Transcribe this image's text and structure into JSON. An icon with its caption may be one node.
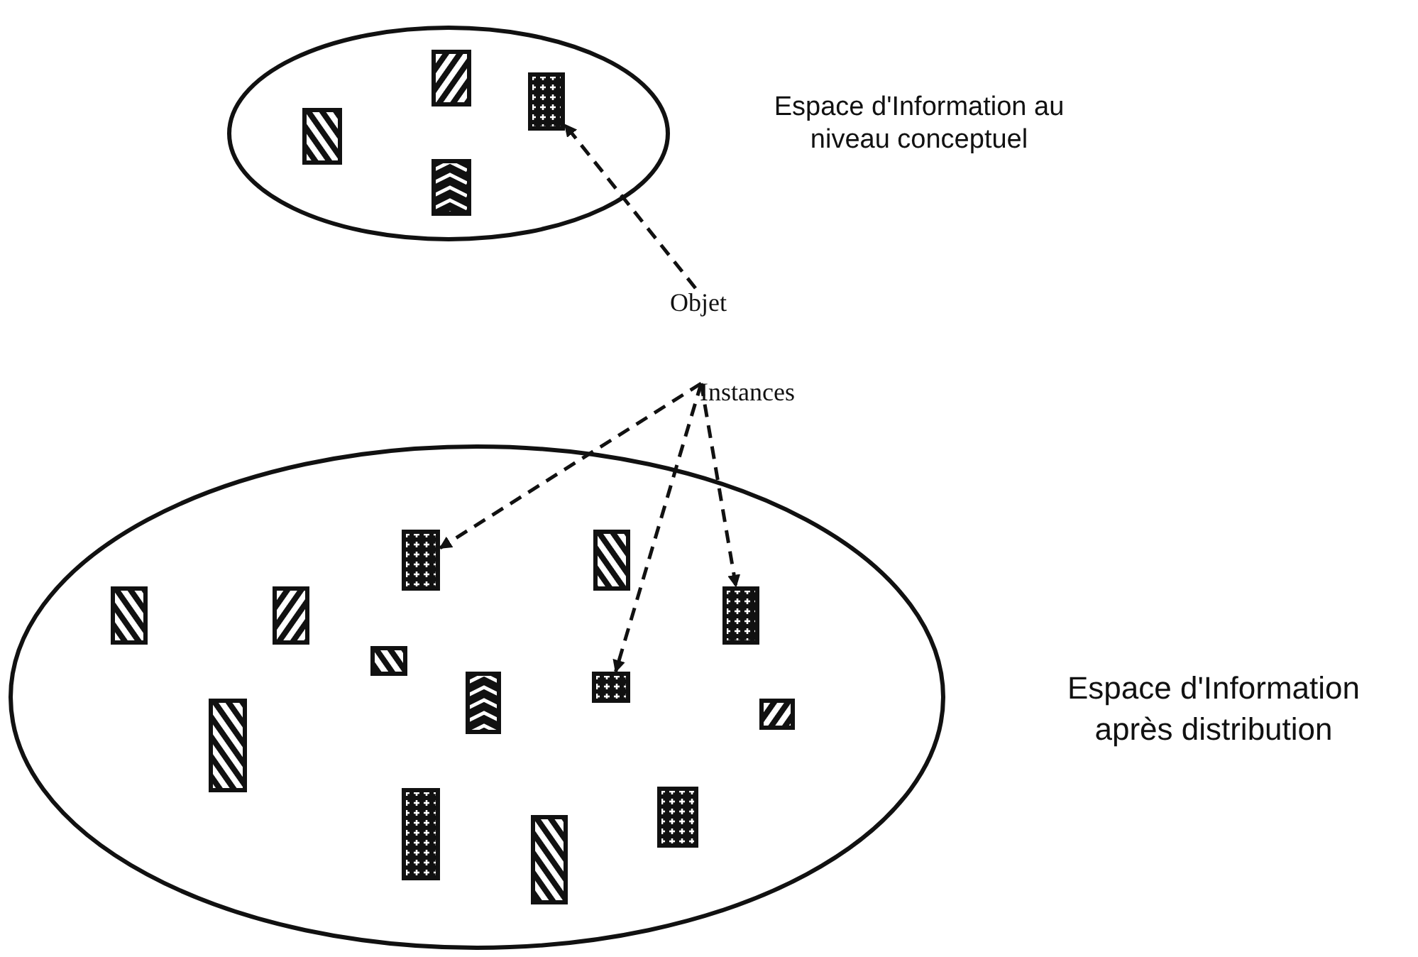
{
  "diagram": {
    "nodes": [
      {
        "text": [
          "Espace d'Information au niveau conceptuel"
        ]
      },
      {
        "text": [],
        "shape": "box",
        "in": 0
      },
      {
        "text": [],
        "shape": "box",
        "in": 0
      },
      {
        "text": [],
        "shape": "box",
        "in": 0
      },
      {
        "text": [],
        "shape": "box",
        "in": 0
      },
      {
        "text": [
          "Objet"
        ]
      },
      {
        "text": [
          "Instances"
        ]
      },
      {
        "text": [
          "Espace d'Information après distribution"
        ]
      },
      {
        "text": [],
        "shape": "box",
        "in": 7
      },
      {
        "text": [],
        "shape": "box",
        "in": 7
      },
      {
        "text": [],
        "shape": "box",
        "in": 7
      },
      {
        "text": [],
        "shape": "box",
        "in": 7
      },
      {
        "text": [],
        "shape": "box",
        "in": 7
      },
      {
        "text": [],
        "shape": "box",
        "in": 7
      },
      {
        "text": [],
        "shape": "box",
        "in": 7
      },
      {
        "text": [],
        "shape": "box",
        "in": 7
      },
      {
        "text": [],
        "shape": "box",
        "in": 7
      },
      {
        "text": [],
        "shape": "box",
        "in": 7
      },
      {
        "text": [],
        "shape": "box",
        "in": 7
      },
      {
        "text": [],
        "shape": "box",
        "in": 7
      },
      {
        "text": [],
        "shape": "box",
        "in": 7
      }
    ],
    "edges": [
      {
        "from": 5,
        "to": 4,
        "arrow": "to",
        "style": "dashed"
      },
      {
        "from": 6,
        "to": 12,
        "arrow": "to",
        "style": "dashed"
      },
      {
        "from": 6,
        "to": 16,
        "arrow": "to",
        "style": "dashed"
      },
      {
        "from": 6,
        "to": 19,
        "arrow": "to",
        "style": "dashed"
      }
    ]
  }
}
